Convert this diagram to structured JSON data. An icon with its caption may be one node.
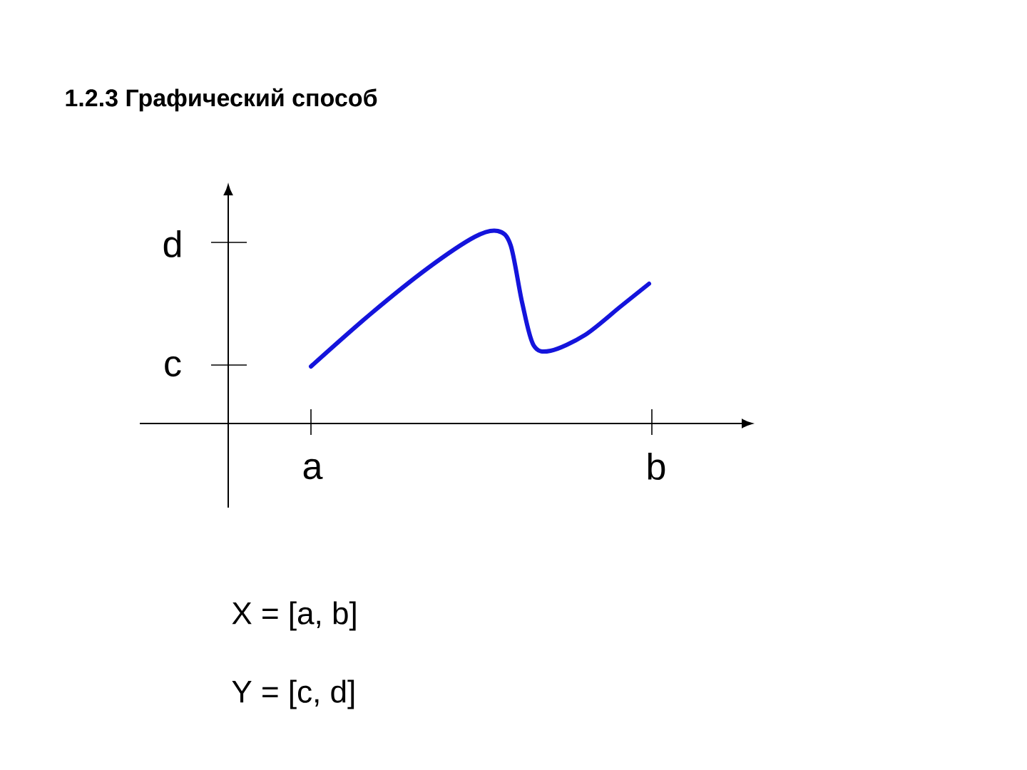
{
  "diagram": {
    "title": "1.2.3  Графический способ",
    "labels": [
      "d",
      "c",
      "a",
      "b",
      "X = [a, b]",
      "Y = [c, d]"
    ]
  }
}
